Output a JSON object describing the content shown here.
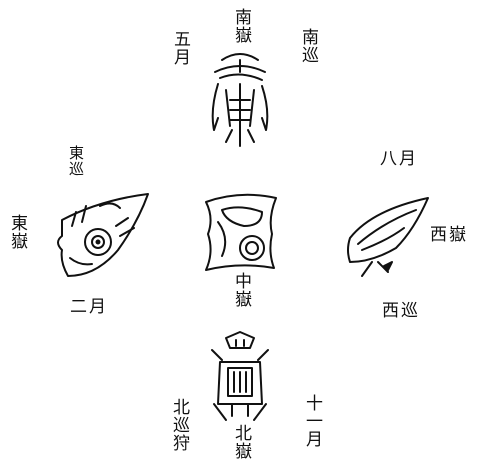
{
  "center": {
    "label": "中嶽"
  },
  "south": {
    "label": "南嶽",
    "month": "五月",
    "note": "南巡"
  },
  "east": {
    "label": "東嶽",
    "month": "二月",
    "note": "東巡"
  },
  "west": {
    "label": "西嶽",
    "month": "八月",
    "note": "西巡"
  },
  "north": {
    "label": "北嶽",
    "month": "十一月",
    "note": "北巡狩"
  }
}
